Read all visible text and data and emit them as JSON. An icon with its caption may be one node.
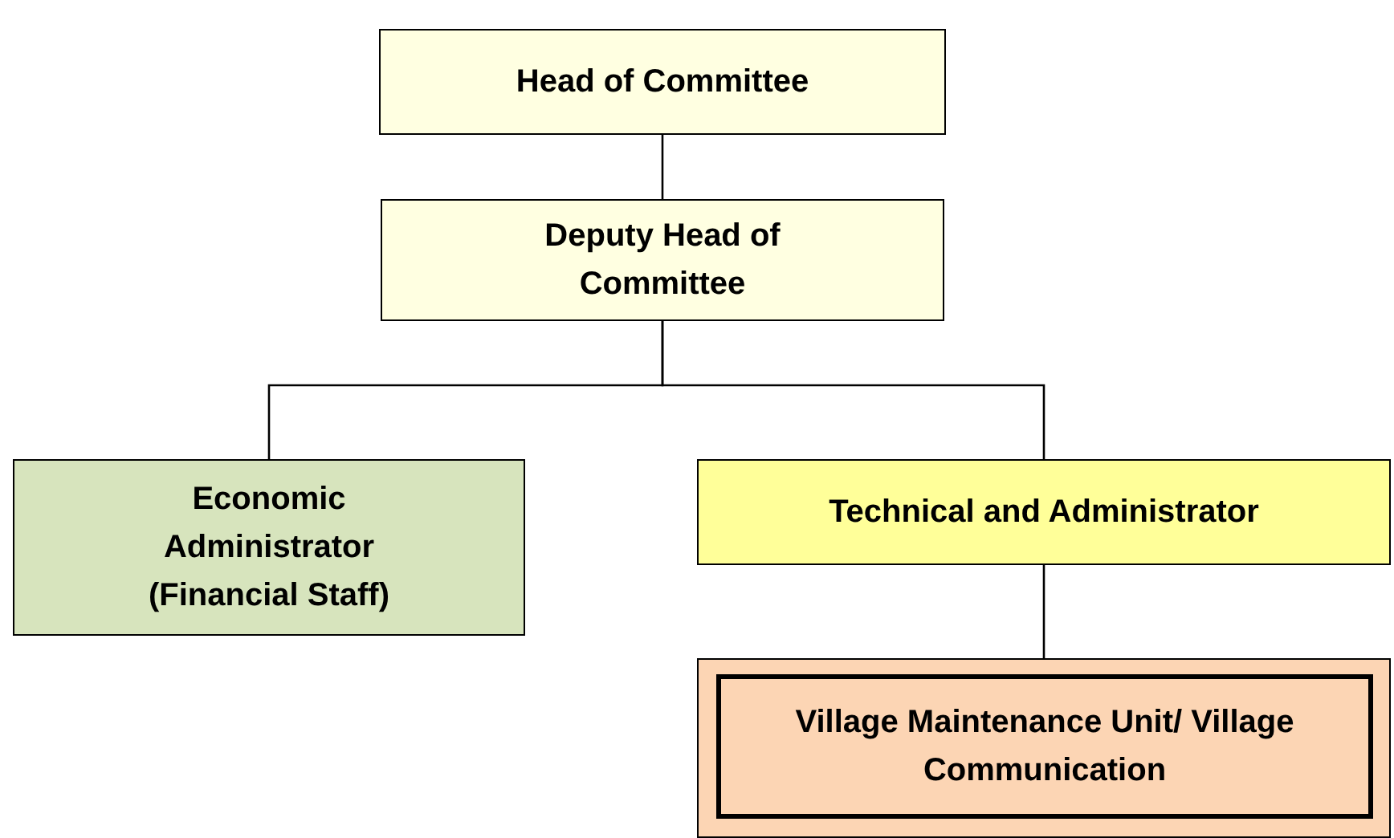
{
  "diagram": {
    "nodes": [
      {
        "text": [
          "Head of Committee"
        ]
      },
      {
        "text": [
          "Deputy Head of Committee"
        ]
      },
      {
        "text": [
          "Economic Administrator (Financial Staff)"
        ]
      },
      {
        "text": [
          "Technical and Administrator"
        ]
      },
      {
        "text": [],
        "shape": "box"
      },
      {
        "text": [
          "Village Maintenance Unit/ Village Communication"
        ],
        "in": 4
      }
    ],
    "edges": [
      {
        "from": 0,
        "to": 1,
        "arrow": "none"
      },
      {
        "from": 1,
        "to": 2,
        "arrow": "none"
      },
      {
        "from": 1,
        "to": 3,
        "arrow": "none"
      },
      {
        "from": 3,
        "to": 4,
        "arrow": "none"
      }
    ]
  }
}
